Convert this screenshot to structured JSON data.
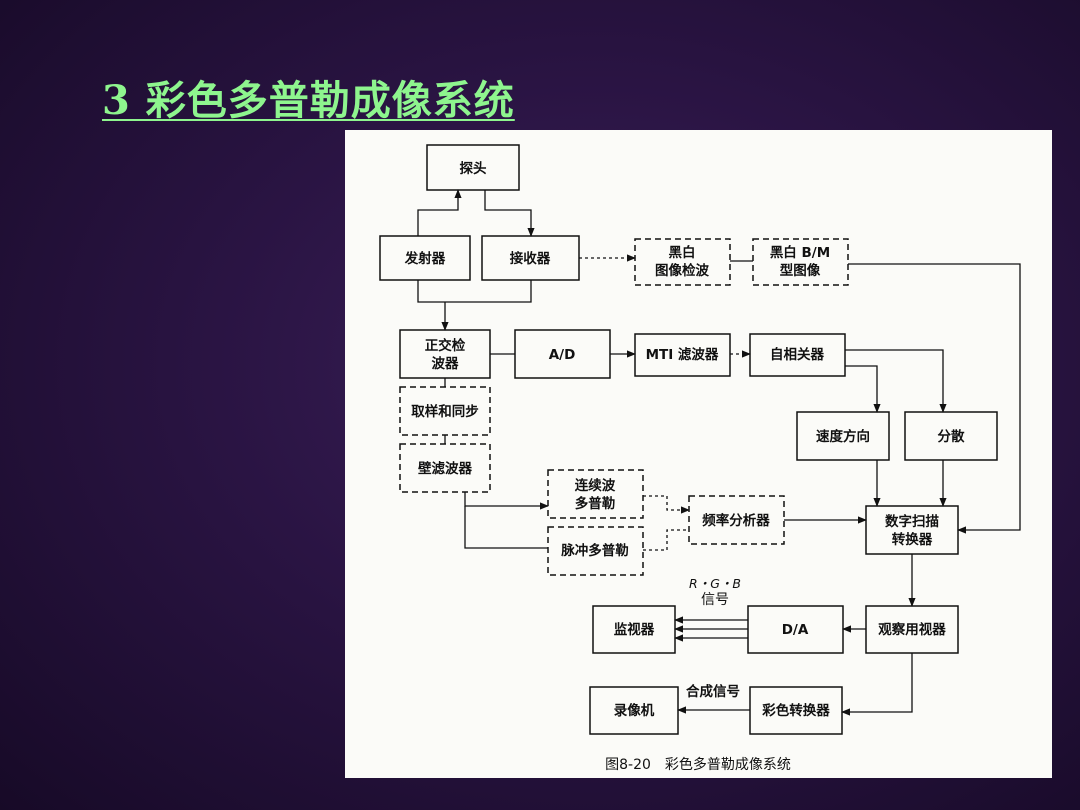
{
  "slide": {
    "title": "3 彩色多普勒成像系统"
  },
  "diagram": {
    "blocks": {
      "probe": "探头",
      "transmitter": "发射器",
      "receiver": "接收器",
      "bw_detect_1": "黑白",
      "bw_detect_2": "图像检波",
      "bw_image_1": "黑白 B/M",
      "bw_image_2": "型图像",
      "quad_detect_1": "正交检",
      "quad_detect_2": "波器",
      "ad": "A/D",
      "mti": "MTI 滤波器",
      "autocorr": "自相关器",
      "sample_sync": "取样和同步",
      "wall_filter": "壁滤波器",
      "velocity_direction": "速度方向",
      "variance": "分散",
      "cw_doppler_1": "连续波",
      "cw_doppler_2": "多普勒",
      "pulse_doppler": "脉冲多普勒",
      "freq_analyzer": "频率分析器",
      "scan_converter_1": "数字扫描",
      "scan_converter_2": "转换器",
      "rgb_signal_1": "R・G・B",
      "rgb_signal_2": "信号",
      "monitor": "监视器",
      "da": "D/A",
      "observe_display": "观察用视器",
      "composite_signal": "合成信号",
      "vcr": "录像机",
      "color_converter": "彩色转换器"
    },
    "caption": "图8-20　彩色多普勒成像系统"
  }
}
